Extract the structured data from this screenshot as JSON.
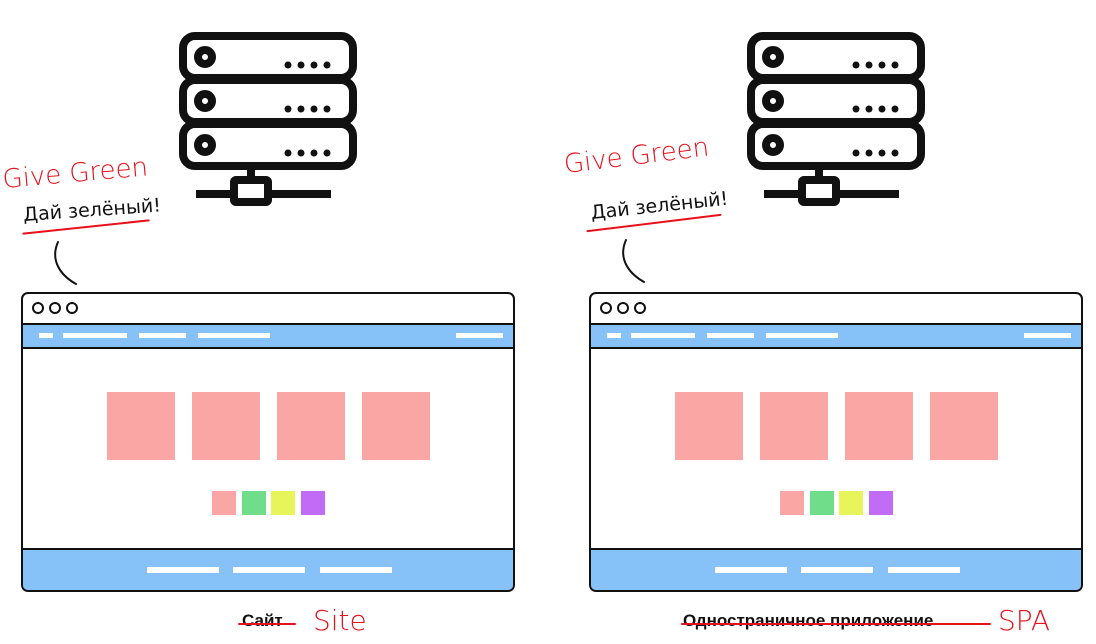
{
  "left": {
    "handwritten_english": "Give Green",
    "handwritten_russian": "Дай зелёный!",
    "caption_russian": "Сайт",
    "caption_english": "Site"
  },
  "right": {
    "handwritten_english": "Give Green",
    "handwritten_russian": "Дай зелёный!",
    "caption_russian": "Одностраничное приложение",
    "caption_english": "SPA"
  },
  "colors": {
    "accent_red": "#e8101a",
    "browser_blue": "#86c1f7",
    "big_square": "#f9a6a4",
    "small_squares": [
      "#f9a6a4",
      "#6fdd8a",
      "#e7f45a",
      "#c06cf6"
    ]
  },
  "icons": [
    "server-icon",
    "server-icon"
  ]
}
